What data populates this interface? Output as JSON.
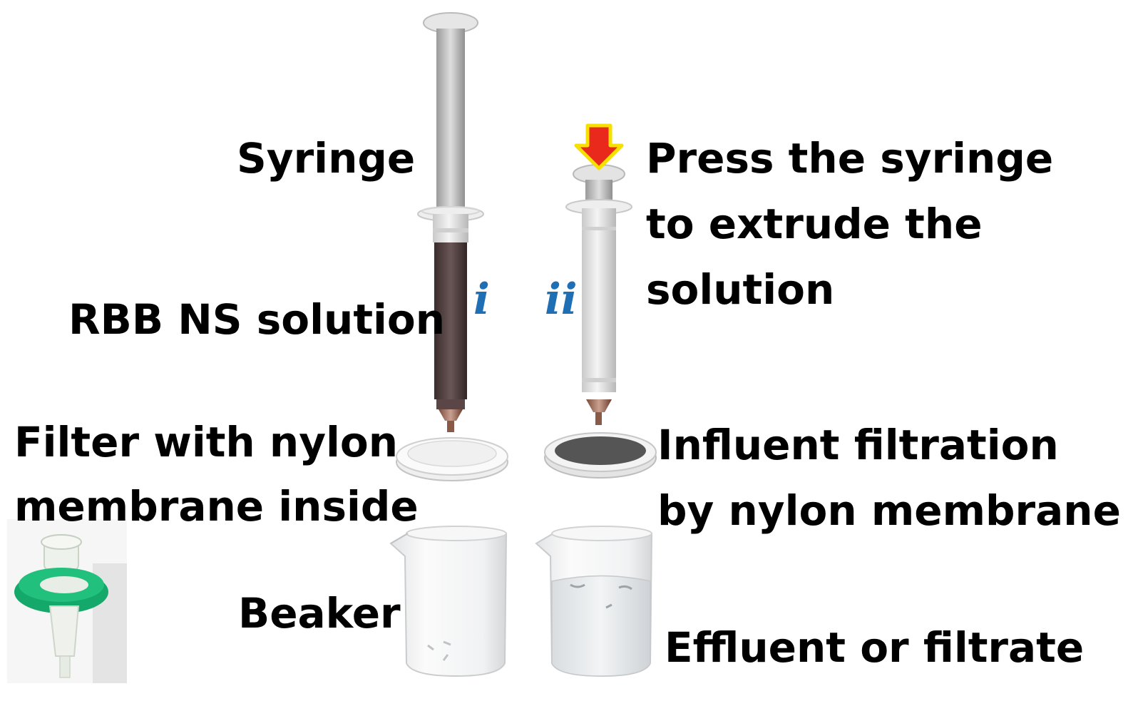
{
  "labels": {
    "syringe": "Syringe",
    "rbb_ns_solution": "RBB NS solution",
    "filter_line1": "Filter with nylon",
    "filter_line2": "membrane inside",
    "beaker": "Beaker",
    "press_line1": "Press the syringe",
    "press_line2": "to extrude the",
    "press_line3": "solution",
    "influent_line1": "Influent filtration",
    "influent_line2": "by nylon membrane",
    "effluent": "Effluent or filtrate"
  },
  "steps": {
    "step1": "i",
    "step2": "ii"
  },
  "icons": {
    "syringe_full": "syringe-full-icon",
    "syringe_pressed": "syringe-pressed-icon",
    "press_arrow": "red-down-arrow-icon",
    "filter_clean": "clean-filter-icon",
    "filter_used": "dark-filter-icon",
    "beaker_empty": "empty-beaker-icon",
    "beaker_filled": "filled-beaker-icon",
    "syringe_filter_photo": "green-syringe-filter-icon"
  },
  "colors": {
    "label_text": "#000000",
    "step_numeral": "#1f6fb5",
    "arrow_fill": "#e8291c",
    "arrow_outline": "#f5e000",
    "solution_dark": "#4a3a3a",
    "membrane_dark": "#555555",
    "filter_green": "#14a86a"
  }
}
